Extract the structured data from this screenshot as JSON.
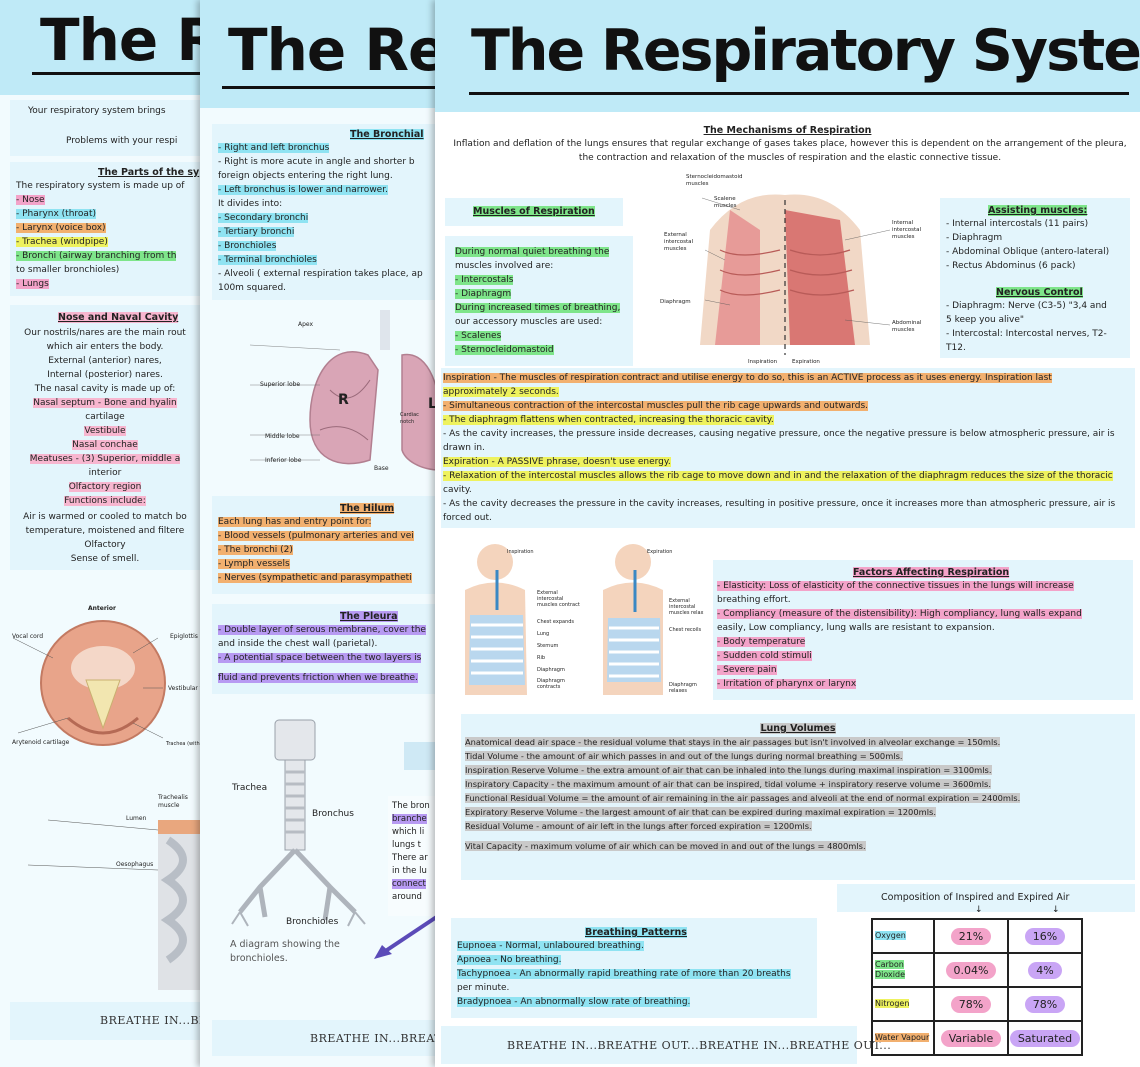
{
  "page1": {
    "title": "The R",
    "intro1": "Your respiratory system brings",
    "intro2": "Problems with your respi",
    "parts_heading": "The Parts of the sy",
    "parts_intro": "The respiratory system is made up of",
    "parts": [
      "- Nose",
      "- Pharynx (throat)",
      "- Larynx (voice box)",
      "- Trachea (windpipe)",
      "- Bronchi (airway branching from th",
      "to smaller bronchioles)",
      "- Lungs"
    ],
    "nose_heading": "Nose and Naval Cavity",
    "nose_lines": [
      "Our nostrils/nares are the main rout",
      "which air enters the body.",
      "External (anterior) nares,",
      "Internal (posterior) nares.",
      "The nasal cavity is made up of:",
      "Nasal septum - Bone and hyalin",
      "cartilage",
      "Vestibule",
      "Nasal conchae",
      "Meatuses - (3) Superior, middle a",
      "interior",
      "Olfactory region",
      "Functions include:",
      "Air is warmed or cooled to match bo",
      "temperature, moistened and filtere",
      "Olfactory",
      "Sense of smell."
    ],
    "diagram_labels": [
      "Anterior",
      "Vocal cord",
      "Epiglottis",
      "Vestibular fold",
      "Arytenoid cartilage",
      "Trachea (with cartilage rings visible)",
      "Trachealis muscle",
      "Lumen",
      "Oesophagus"
    ],
    "footer": "BREATHE IN...BREAT"
  },
  "page2": {
    "title": "The Re",
    "bronchial_heading": "The Bronchial",
    "bronchial_lines": [
      "- Right and left bronchus",
      "- Right is more acute in angle and shorter b",
      "foreign objects entering the right lung.",
      "- Left bronchus is lower and narrower.",
      "It divides into:",
      "- Secondary bronchi",
      "- Tertiary bronchi",
      "- Bronchioles",
      "- Terminal bronchioles",
      "- Alveoli ( external respiration takes place, ap",
      "100m squared."
    ],
    "lung_labels": [
      "Apex",
      "Superior lobe",
      "Middle lobe",
      "Inferior lobe",
      "Base",
      "Cardiac notch",
      "R",
      "L"
    ],
    "hilum_heading": "The Hilum",
    "hilum_lines": [
      "Each lung has and entry point for:",
      "- Blood vessels (pulmonary arteries and vei",
      "- The bronchi (2)",
      "- Lymph vessels",
      "- Nerves (sympathetic and parasympatheti"
    ],
    "pleura_heading": "The Pleura",
    "pleura_lines": [
      "- Double layer of serous membrane, cover the",
      "and inside the chest wall (parietal).",
      "- A potential space between the two layers is",
      "fluid and prevents friction when we breathe."
    ],
    "trachea_labels": [
      "Trachea",
      "Bronchus",
      "Bronchioles"
    ],
    "trachea_caption": "A diagram showing the bronchioles.",
    "side_lines": [
      "The bron",
      "branche",
      "which li",
      "lungs t",
      "There ar",
      "in the lu",
      "connect",
      "around"
    ],
    "footer": "BREATHE IN...BREATHE OUT"
  },
  "page3": {
    "title": "The Respiratory System",
    "mech_heading": "The Mechanisms of Respiration",
    "mech_text": "Inflation and deflation of the lungs ensures that regular exchange of gases takes place, however this is dependent on the arrangement of the pleura, the contraction and relaxation of the muscles of respiration and the elastic connective tissue.",
    "muscles_heading": "Muscles of Respiration",
    "muscles_lines": [
      "During normal quiet breathing the",
      "muscles involved are:",
      "- Intercostals",
      "- Diaphragm",
      "During increased times of breathing,",
      "our accessory muscles are used:",
      "- Scalenes",
      "- Sternocleidomastoid"
    ],
    "thorax_labels": [
      "Sternocleidomastoid muscles",
      "Scalene muscles",
      "External intercostal muscles",
      "Diaphragm",
      "Internal intercostal muscles",
      "Abdominal muscles",
      "Inspiration",
      "Expiration"
    ],
    "assist_heading": "Assisting muscles:",
    "assist_lines": [
      "- Internal intercostals (11 pairs)",
      "- Diaphragm",
      "- Abdominal Oblique (antero-lateral)",
      "- Rectus Abdominus (6 pack)"
    ],
    "nerve_heading": "Nervous Control",
    "nerve_lines": [
      "- Diaphragm: Nerve (C3-5) \"3,4 and",
      "5 keep you alive\"",
      "- Intercostal: Intercostal nerves, T2-",
      "T12."
    ],
    "insp_lines": [
      "Inspiration - The muscles of respiration contract and utilise energy to do so, this is an ACTIVE process as it uses energy. Inspiration last",
      "approximately 2 seconds.",
      "- Simultaneous contraction of the intercostal muscles pull the rib cage upwards and outwards.",
      "- The diaphragm flattens when contracted, increasing the thoracic cavity.",
      "- As the cavity increases, the pressure inside decreases, causing negative pressure, once the negative pressure is below atmospheric pressure, air is",
      "drawn in.",
      "Expiration - A PASSIVE phrase, doesn't use energy.",
      "- Relaxation of the intercostal muscles allows the rib cage to move down and in and the relaxation of the diaphragm reduces the size of the thoracic",
      "cavity.",
      "- As the cavity decreases the pressure in the cavity increases, resulting in positive pressure, once it increases more than atmospheric pressure, air is",
      "forced out."
    ],
    "body_labels_a": [
      "Inspiration",
      "External intercostal muscles contract",
      "Chest expands",
      "Lung",
      "Sternum",
      "Rib",
      "Diaphragm",
      "Diaphragm contracts"
    ],
    "body_labels_b": [
      "Expiration",
      "External intercostal muscles relax",
      "Chest recoils",
      "Diaphragm relaxes"
    ],
    "factors_heading": "Factors Affecting Respiration",
    "factors_lines": [
      "- Elasticity: Loss of elasticity of the connective tissues in the lungs will increase",
      "breathing effort.",
      "- Compliancy (measure of the distensibility): High compliancy, lung walls expand",
      "easily, Low compliancy, lung walls are resistant to expansion.",
      "- Body temperature",
      "- Sudden cold stimuli",
      "- Severe pain",
      "- Irritation of pharynx or larynx"
    ],
    "volumes_heading": "Lung Volumes",
    "volumes_lines": [
      "Anatomical dead air space - the residual volume that stays in the air passages but isn't involved in alveolar exchange = 150mls.",
      "Tidal Volume - the amount of air which passes in and out of the lungs during normal breathing = 500mls.",
      "Inspiration Reserve Volume - the extra amount of air that can be inhaled into the lungs during maximal inspiration = 3100mls.",
      "Inspiratory Capacity - the maximum amount of air that can be inspired, tidal volume + inspiratory reserve volume = 3600mls.",
      "Functional Residual Volume = the amount of air remaining in the air passages and alveoli at the end of normal expiration = 2400mls.",
      "Expiratory Reserve Volume - the largest amount of air that can be expired during maximal expiration = 1200mls.",
      "Residual Volume - amount of air left in the lungs after forced expiration = 1200mls.",
      "Vital Capacity - maximum volume of air which can be moved in and out of the lungs = 4800mls."
    ],
    "patterns_heading": "Breathing Patterns",
    "patterns_lines": [
      "Eupnoea - Normal, unlaboured breathing.",
      "Apnoea - No breathing.",
      "Tachypnoea - An abnormally rapid breathing rate of more than 20 breaths",
      "per minute.",
      "Bradypnoea - An abnormally slow rate of breathing."
    ],
    "composition_title": "Composition of Inspired and Expired Air",
    "composition": [
      {
        "gas": "Oxygen",
        "inspired": "21%",
        "expired": "16%"
      },
      {
        "gas": "Carbon Dioxide",
        "inspired": "0.04%",
        "expired": "4%"
      },
      {
        "gas": "Nitrogen",
        "inspired": "78%",
        "expired": "78%"
      },
      {
        "gas": "Water Vapour",
        "inspired": "Variable",
        "expired": "Saturated"
      }
    ],
    "footer": "BREATHE IN...BREATHE OUT...BREATHE IN...BREATHE OUT..."
  }
}
